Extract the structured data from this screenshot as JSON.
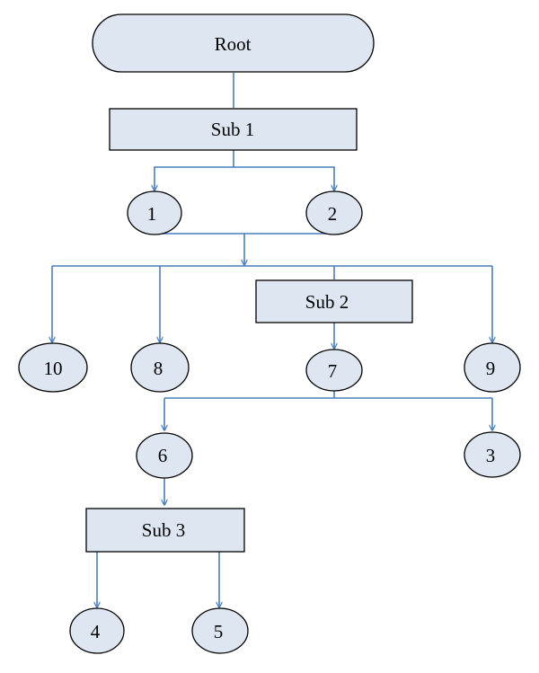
{
  "colors": {
    "node_fill": "#dde6f1",
    "node_stroke": "#000000",
    "connector": "#4a7ebb"
  },
  "nodes": {
    "root": "Root",
    "sub1": "Sub 1",
    "sub2": "Sub 2",
    "sub3": "Sub 3",
    "n1": "1",
    "n2": "2",
    "n3": "3",
    "n4": "4",
    "n5": "5",
    "n6": "6",
    "n7": "7",
    "n8": "8",
    "n9": "9",
    "n10": "10"
  }
}
